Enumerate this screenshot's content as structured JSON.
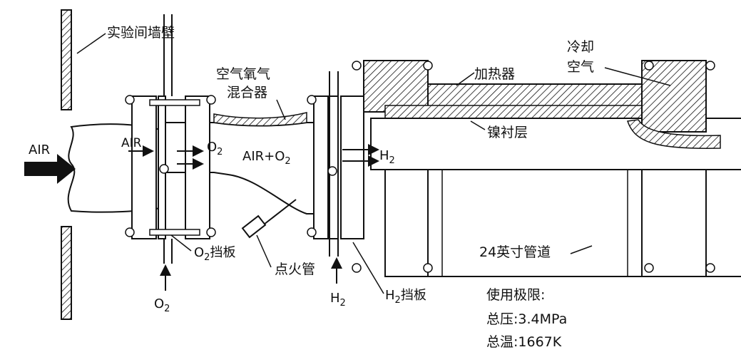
{
  "labels": {
    "wall": "实验间墙壁",
    "mixer_line1": "空气氧气",
    "mixer_line2": "混合器",
    "heater": "加热器",
    "cooling_line1": "冷却",
    "cooling_line2": "空气",
    "air_inlet": "AIR",
    "air_inner": "AIR",
    "o2_flow": "O",
    "o2_flow_sub": "2",
    "airo2_prefix": "AIR+O",
    "airo2_sub": "2",
    "h2_flow": "H",
    "h2_flow_sub": "2",
    "nickel_liner": "镍衬层",
    "o2_baffle": "O",
    "o2_baffle_sub": "2",
    "o2_baffle_suffix": "挡板",
    "igniter": "点火管",
    "pipe": "24英寸管道",
    "o2_supply": "O",
    "o2_supply_sub": "2",
    "h2_supply": "H",
    "h2_supply_sub": "2",
    "h2_baffle": "H",
    "h2_baffle_sub": "2",
    "h2_baffle_suffix": "挡板",
    "limits_title": "使用极限:",
    "pressure": "总压:3.4MPa",
    "temperature": "总温:1667K"
  }
}
